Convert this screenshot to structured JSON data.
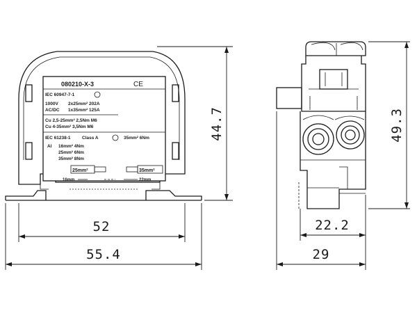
{
  "dimensions": {
    "front_width_inner": "52",
    "front_width_outer": "55.4",
    "front_height": "44.7",
    "side_height": "49.3",
    "side_width_inner": "22.2",
    "side_width_outer": "29"
  },
  "label": {
    "part_number": "080210-X-3",
    "ce_mark": "CE",
    "standard_1": "IEC 60947-7-1",
    "voltage": "1000V",
    "current_type": "AC/DC",
    "rating_1": "2x25mm² 202A",
    "rating_2": "1x35mm² 125A",
    "cu_1": "Cu  2,5-25mm² 2,5Nm  M6",
    "cu_2": "Cu   4-35mm² 3,5Nm  M6",
    "standard_2": "IEC 61238-1",
    "class": "Class A",
    "class_spec": "35mm²  6Nm",
    "al_label": "Al",
    "al_1": "16mm²   4Nm",
    "al_2": "25mm²   6Nm",
    "al_3": "35mm²   8Nm",
    "tag_left": "25mm²",
    "tag_right": "35mm²",
    "strip_left": "16mm",
    "strip_right": "22mm"
  }
}
